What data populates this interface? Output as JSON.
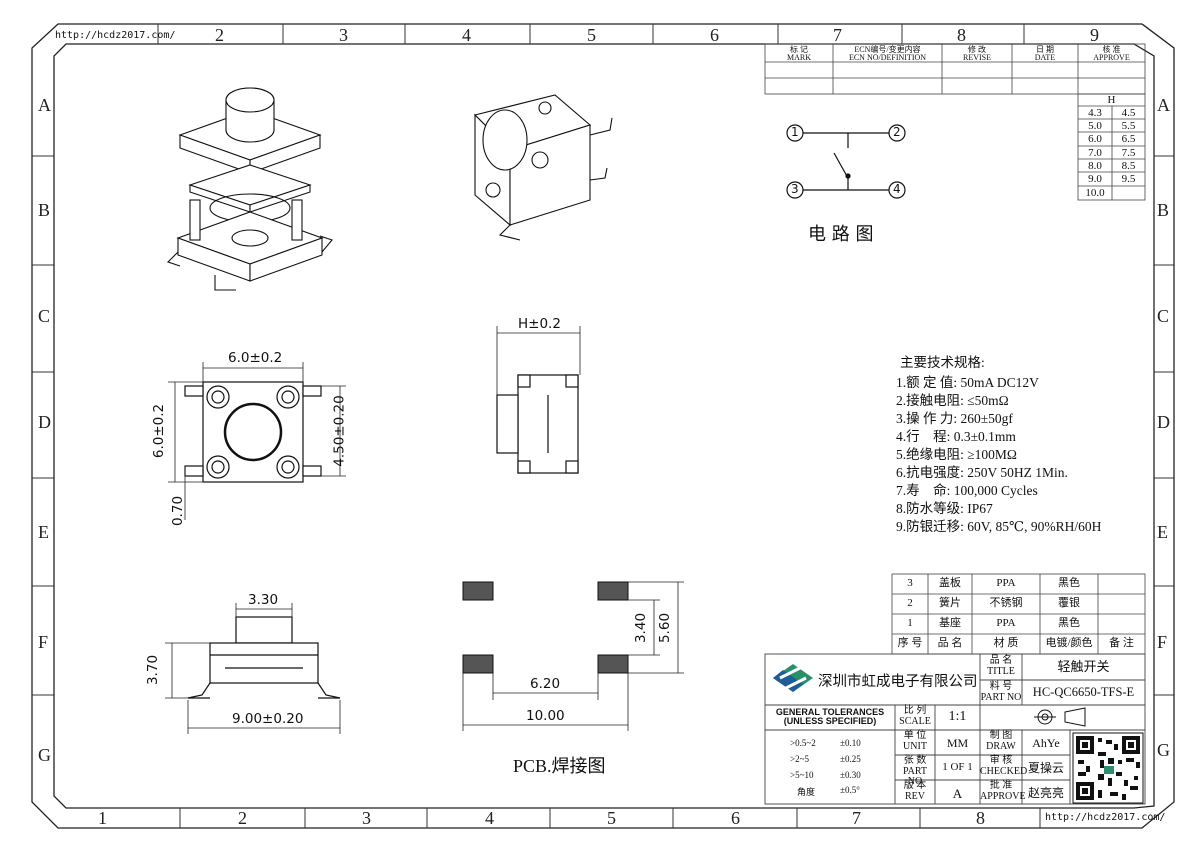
{
  "url": "http://hcdz2017.com/",
  "zones": {
    "top": [
      "2",
      "3",
      "4",
      "5",
      "6",
      "7",
      "8",
      "9"
    ],
    "bottom": [
      "1",
      "2",
      "3",
      "4",
      "5",
      "6",
      "7",
      "8"
    ],
    "rows": [
      "A",
      "B",
      "C",
      "D",
      "E",
      "F",
      "G"
    ]
  },
  "revision_header": {
    "mark": [
      "标 记",
      "MARK"
    ],
    "ecn": [
      "ECN编号/变更内容",
      "ECN NO/DEFINITION"
    ],
    "revise": [
      "修 改",
      "REVISE"
    ],
    "date": [
      "日 期",
      "DATE"
    ],
    "approve": [
      "核 准",
      "APPROVE"
    ]
  },
  "h_table": {
    "header": "H",
    "rows": [
      [
        "4.3",
        "4.5"
      ],
      [
        "5.0",
        "5.5"
      ],
      [
        "6.0",
        "6.5"
      ],
      [
        "7.0",
        "7.5"
      ],
      [
        "8.0",
        "8.5"
      ],
      [
        "9.0",
        "9.5"
      ],
      [
        "10.0",
        ""
      ]
    ]
  },
  "circuit": {
    "pins": [
      "1",
      "2",
      "3",
      "4"
    ],
    "label": "电 路 图"
  },
  "dims": {
    "h": "H±0.2",
    "w6": "6.0±0.2",
    "h6": "6.0±0.2",
    "h450": "4.50±0.20",
    "d070": "0.70",
    "d330": "3.30",
    "d370": "3.70",
    "d900": "9.00±0.20",
    "d340": "3.40",
    "d560": "5.60",
    "d620": "6.20",
    "d1000": "10.00"
  },
  "pcb_label": "PCB.焊接图",
  "specs": {
    "title": "主要技术规格:",
    "items": [
      "1.额 定 值: 50mA DC12V",
      "2.接触电阻: ≤50mΩ",
      "3.操 作 力: 260±50gf",
      "4.行    程: 0.3±0.1mm",
      "5.绝缘电阻: ≥100MΩ",
      "6.抗电强度: 250V 50HZ 1Min.",
      "7.寿    命: 100,000 Cycles",
      "8.防水等级: IP67",
      "9.防银迁移: 60V, 85℃, 90%RH/60H"
    ]
  },
  "bom": {
    "rows": [
      [
        "3",
        "盖板",
        "PPA",
        "黑色",
        ""
      ],
      [
        "2",
        "簧片",
        "不锈钢",
        "覆银",
        ""
      ],
      [
        "1",
        "基座",
        "PPA",
        "黑色",
        ""
      ]
    ],
    "header": [
      "序 号",
      "品 名",
      "材 质",
      "电镀/颜色",
      "备 注"
    ]
  },
  "title_block": {
    "company": "深圳市虹成电子有限公司",
    "name_label": [
      "品 名",
      "TITLE"
    ],
    "name_value": "轻触开关",
    "part_label": [
      "料 号",
      "PART NO"
    ],
    "part_value": "HC-QC6650-TFS-E",
    "tol_title": [
      "GENERAL TOLERANCES",
      "(UNLESS SPECIFIED)"
    ],
    "tol_rows": [
      [
        ">0.5~2",
        "±0.10"
      ],
      [
        ">2~5",
        "±0.25"
      ],
      [
        ">5~10",
        "±0.30"
      ],
      [
        "角度",
        "±0.5°"
      ]
    ],
    "scale_label": [
      "比 列",
      "SCALE"
    ],
    "scale_value": "1:1",
    "unit_label": [
      "单 位",
      "UNIT"
    ],
    "unit_value": "MM",
    "draw_label": [
      "制 图",
      "DRAW"
    ],
    "draw_value": "AhYe",
    "page_label": [
      "张 数",
      "PART NO"
    ],
    "page_value": "1 OF 1",
    "check_label": [
      "审 核",
      "CHECKED"
    ],
    "check_value": "夏操云",
    "rev_label": [
      "版 本",
      "REV"
    ],
    "rev_value": "A",
    "approve_label": [
      "批 准",
      "APPROVE"
    ],
    "approve_value": "赵亮亮"
  }
}
